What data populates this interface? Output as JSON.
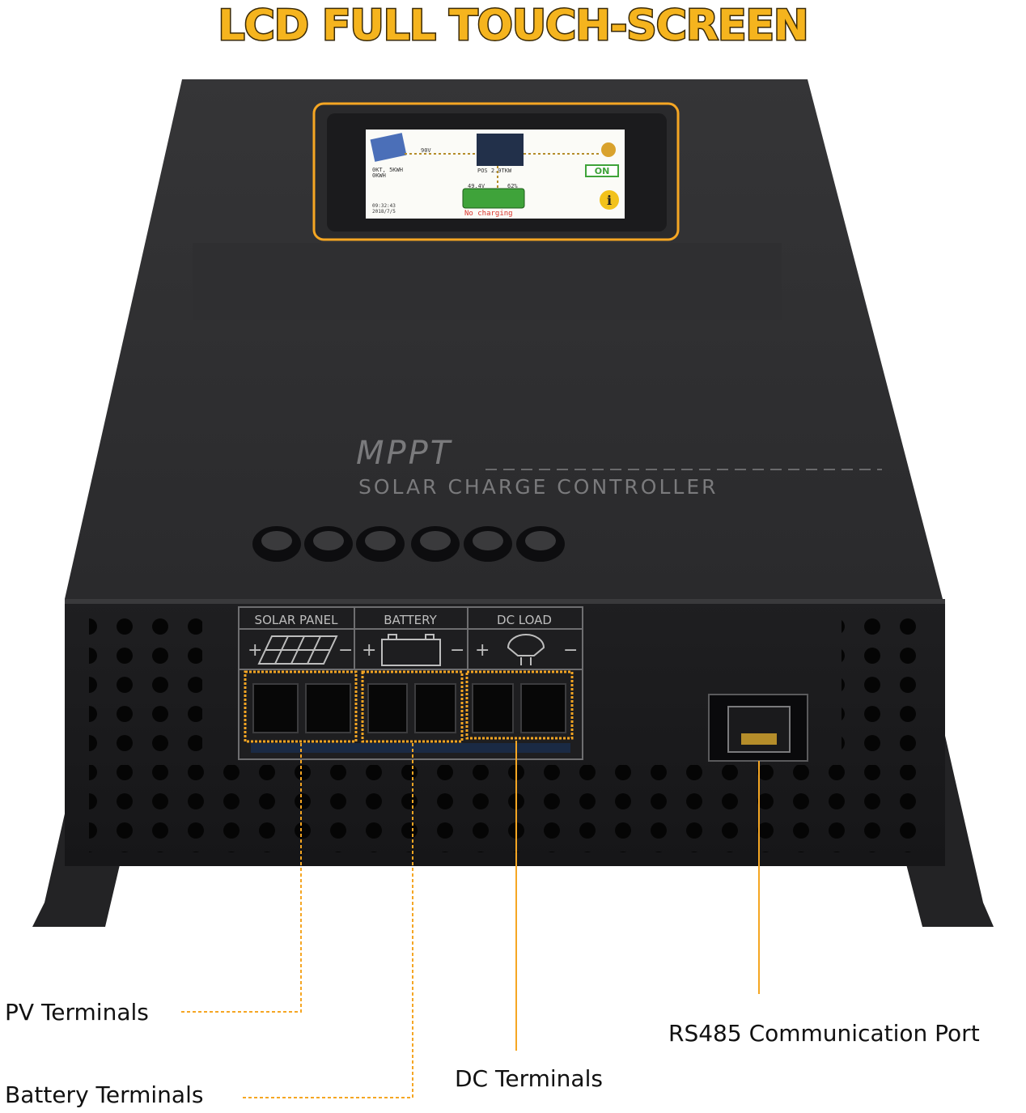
{
  "headline": "LCD FULL TOUCH-SCREEN",
  "device": {
    "brand": "MPPT",
    "subtitle": "SOLAR CHARGE CONTROLLER",
    "terminal_groups": [
      "SOLAR PANEL",
      "BATTERY",
      "DC LOAD"
    ],
    "plus_sign": "+",
    "minus_sign": "−"
  },
  "lcd": {
    "pv_power": "90V",
    "pv_stats": "0KT, 5KWH",
    "pv_sub": "0KWH",
    "load_power": "POS  2.9TKW",
    "battery_voltage": "49.4V",
    "battery_percent": "62%",
    "on_label": "ON",
    "info_label": "i",
    "time": "09:32:43",
    "date": "2018/7/5",
    "status": "No charging"
  },
  "callouts": {
    "pv": "PV Terminals",
    "battery": "Battery Terminals",
    "dc": "DC Terminals",
    "rs485": "RS485 Communication Port"
  },
  "colors": {
    "accent": "#f5a623",
    "body": "#2b2b2d",
    "panel": "#1c1c1e"
  }
}
